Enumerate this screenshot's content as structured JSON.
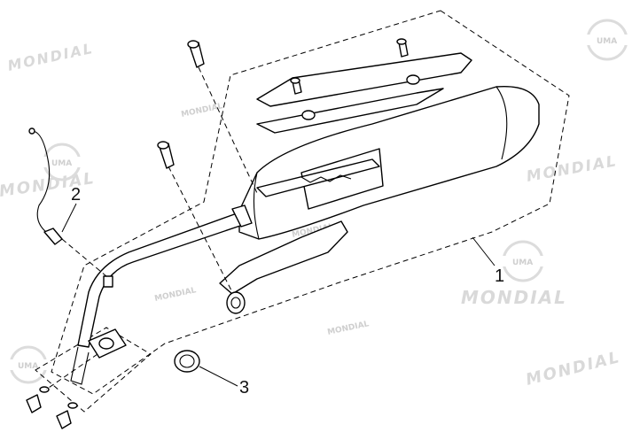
{
  "diagram": {
    "callouts": [
      {
        "id": "callout-1",
        "label": "1"
      },
      {
        "id": "callout-2",
        "label": "2"
      },
      {
        "id": "callout-3",
        "label": "3"
      }
    ],
    "watermark": {
      "brand": "MONDIAL",
      "logo_text": "UMA"
    },
    "colors": {
      "line": "#000000",
      "watermark": "#d9d9d9",
      "background": "#ffffff"
    }
  }
}
